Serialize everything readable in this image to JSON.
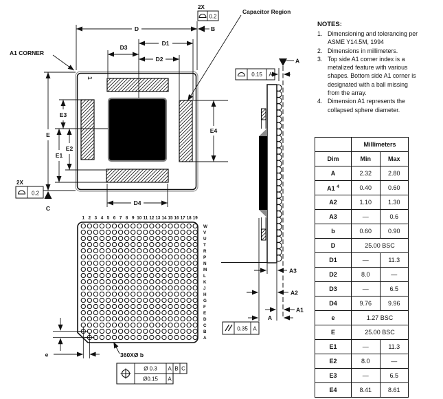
{
  "labels": {
    "a1_corner": "A1 CORNER",
    "capacitor_region": "Capacitor Region",
    "index_mark": "1",
    "ball_callout": "360XØ b",
    "pitch": "e"
  },
  "datums": {
    "a": "A",
    "b": "B",
    "c": "C"
  },
  "dims": {
    "D": "D",
    "D1": "D1",
    "D2": "D2",
    "D3": "D3",
    "D4": "D4",
    "E": "E",
    "E1": "E1",
    "E2": "E2",
    "E3": "E3",
    "E4": "E4",
    "A": "A",
    "A1": "A1",
    "A2": "A2",
    "A3": "A3"
  },
  "fcf": {
    "top_right_qty": "2X",
    "top_right_value": "0.2",
    "bottom_left_qty": "2X",
    "bottom_left_value": "0.2",
    "side_top_value": "0.15",
    "side_top_datum": "A",
    "parallel_value": "0.35",
    "parallel_datum": "A",
    "pos_row1_value": "Ø 0.3",
    "pos_row1_d1": "A",
    "pos_row1_d2": "B",
    "pos_row1_d3": "C",
    "pos_row2_value": "Ø0.15",
    "pos_row2_d1": "A"
  },
  "grid": {
    "columns": [
      "1",
      "2",
      "3",
      "4",
      "5",
      "6",
      "7",
      "8",
      "9",
      "10",
      "11",
      "12",
      "13",
      "14",
      "15",
      "16",
      "17",
      "18",
      "19"
    ],
    "rows": [
      "W",
      "V",
      "U",
      "T",
      "R",
      "P",
      "N",
      "M",
      "L",
      "K",
      "J",
      "H",
      "G",
      "F",
      "E",
      "D",
      "C",
      "B",
      "A"
    ]
  },
  "notes": {
    "heading": "NOTES:",
    "items": [
      {
        "num": "1.",
        "text": "Dimensioning and tolerancing per ASME Y14.5M, 1994"
      },
      {
        "num": "2.",
        "text": "Dimensions in millimeters."
      },
      {
        "num": "3.",
        "text": "Top side A1 corner index is a metalized feature with various shapes. Bottom side A1 corner is designated with a ball missing from the array."
      },
      {
        "num": "4.",
        "text": "Dimension A1 represents the collapsed sphere diameter."
      }
    ]
  },
  "table": {
    "unit_header": "Millimeters",
    "columns": [
      "Dim",
      "Min",
      "Max"
    ],
    "rows": [
      {
        "dim": "A",
        "min": "2.32",
        "max": "2.80"
      },
      {
        "dim": "A1",
        "sup": "4",
        "min": "0.40",
        "max": "0.60"
      },
      {
        "dim": "A2",
        "min": "1.10",
        "max": "1.30"
      },
      {
        "dim": "A3",
        "min": "—",
        "max": "0.6"
      },
      {
        "dim": "b",
        "min": "0.60",
        "max": "0.90"
      },
      {
        "dim": "D",
        "span": "25.00 BSC"
      },
      {
        "dim": "D1",
        "min": "—",
        "max": "11.3"
      },
      {
        "dim": "D2",
        "min": "8.0",
        "max": "—"
      },
      {
        "dim": "D3",
        "min": "—",
        "max": "6.5"
      },
      {
        "dim": "D4",
        "min": "9.76",
        "max": "9.96"
      },
      {
        "dim": "e",
        "span": "1.27 BSC"
      },
      {
        "dim": "E",
        "span": "25.00 BSC"
      },
      {
        "dim": "E1",
        "min": "—",
        "max": "11.3"
      },
      {
        "dim": "E2",
        "min": "8.0",
        "max": "—"
      },
      {
        "dim": "E3",
        "min": "—",
        "max": "6.5"
      },
      {
        "dim": "E4",
        "min": "8.41",
        "max": "8.61"
      }
    ]
  }
}
